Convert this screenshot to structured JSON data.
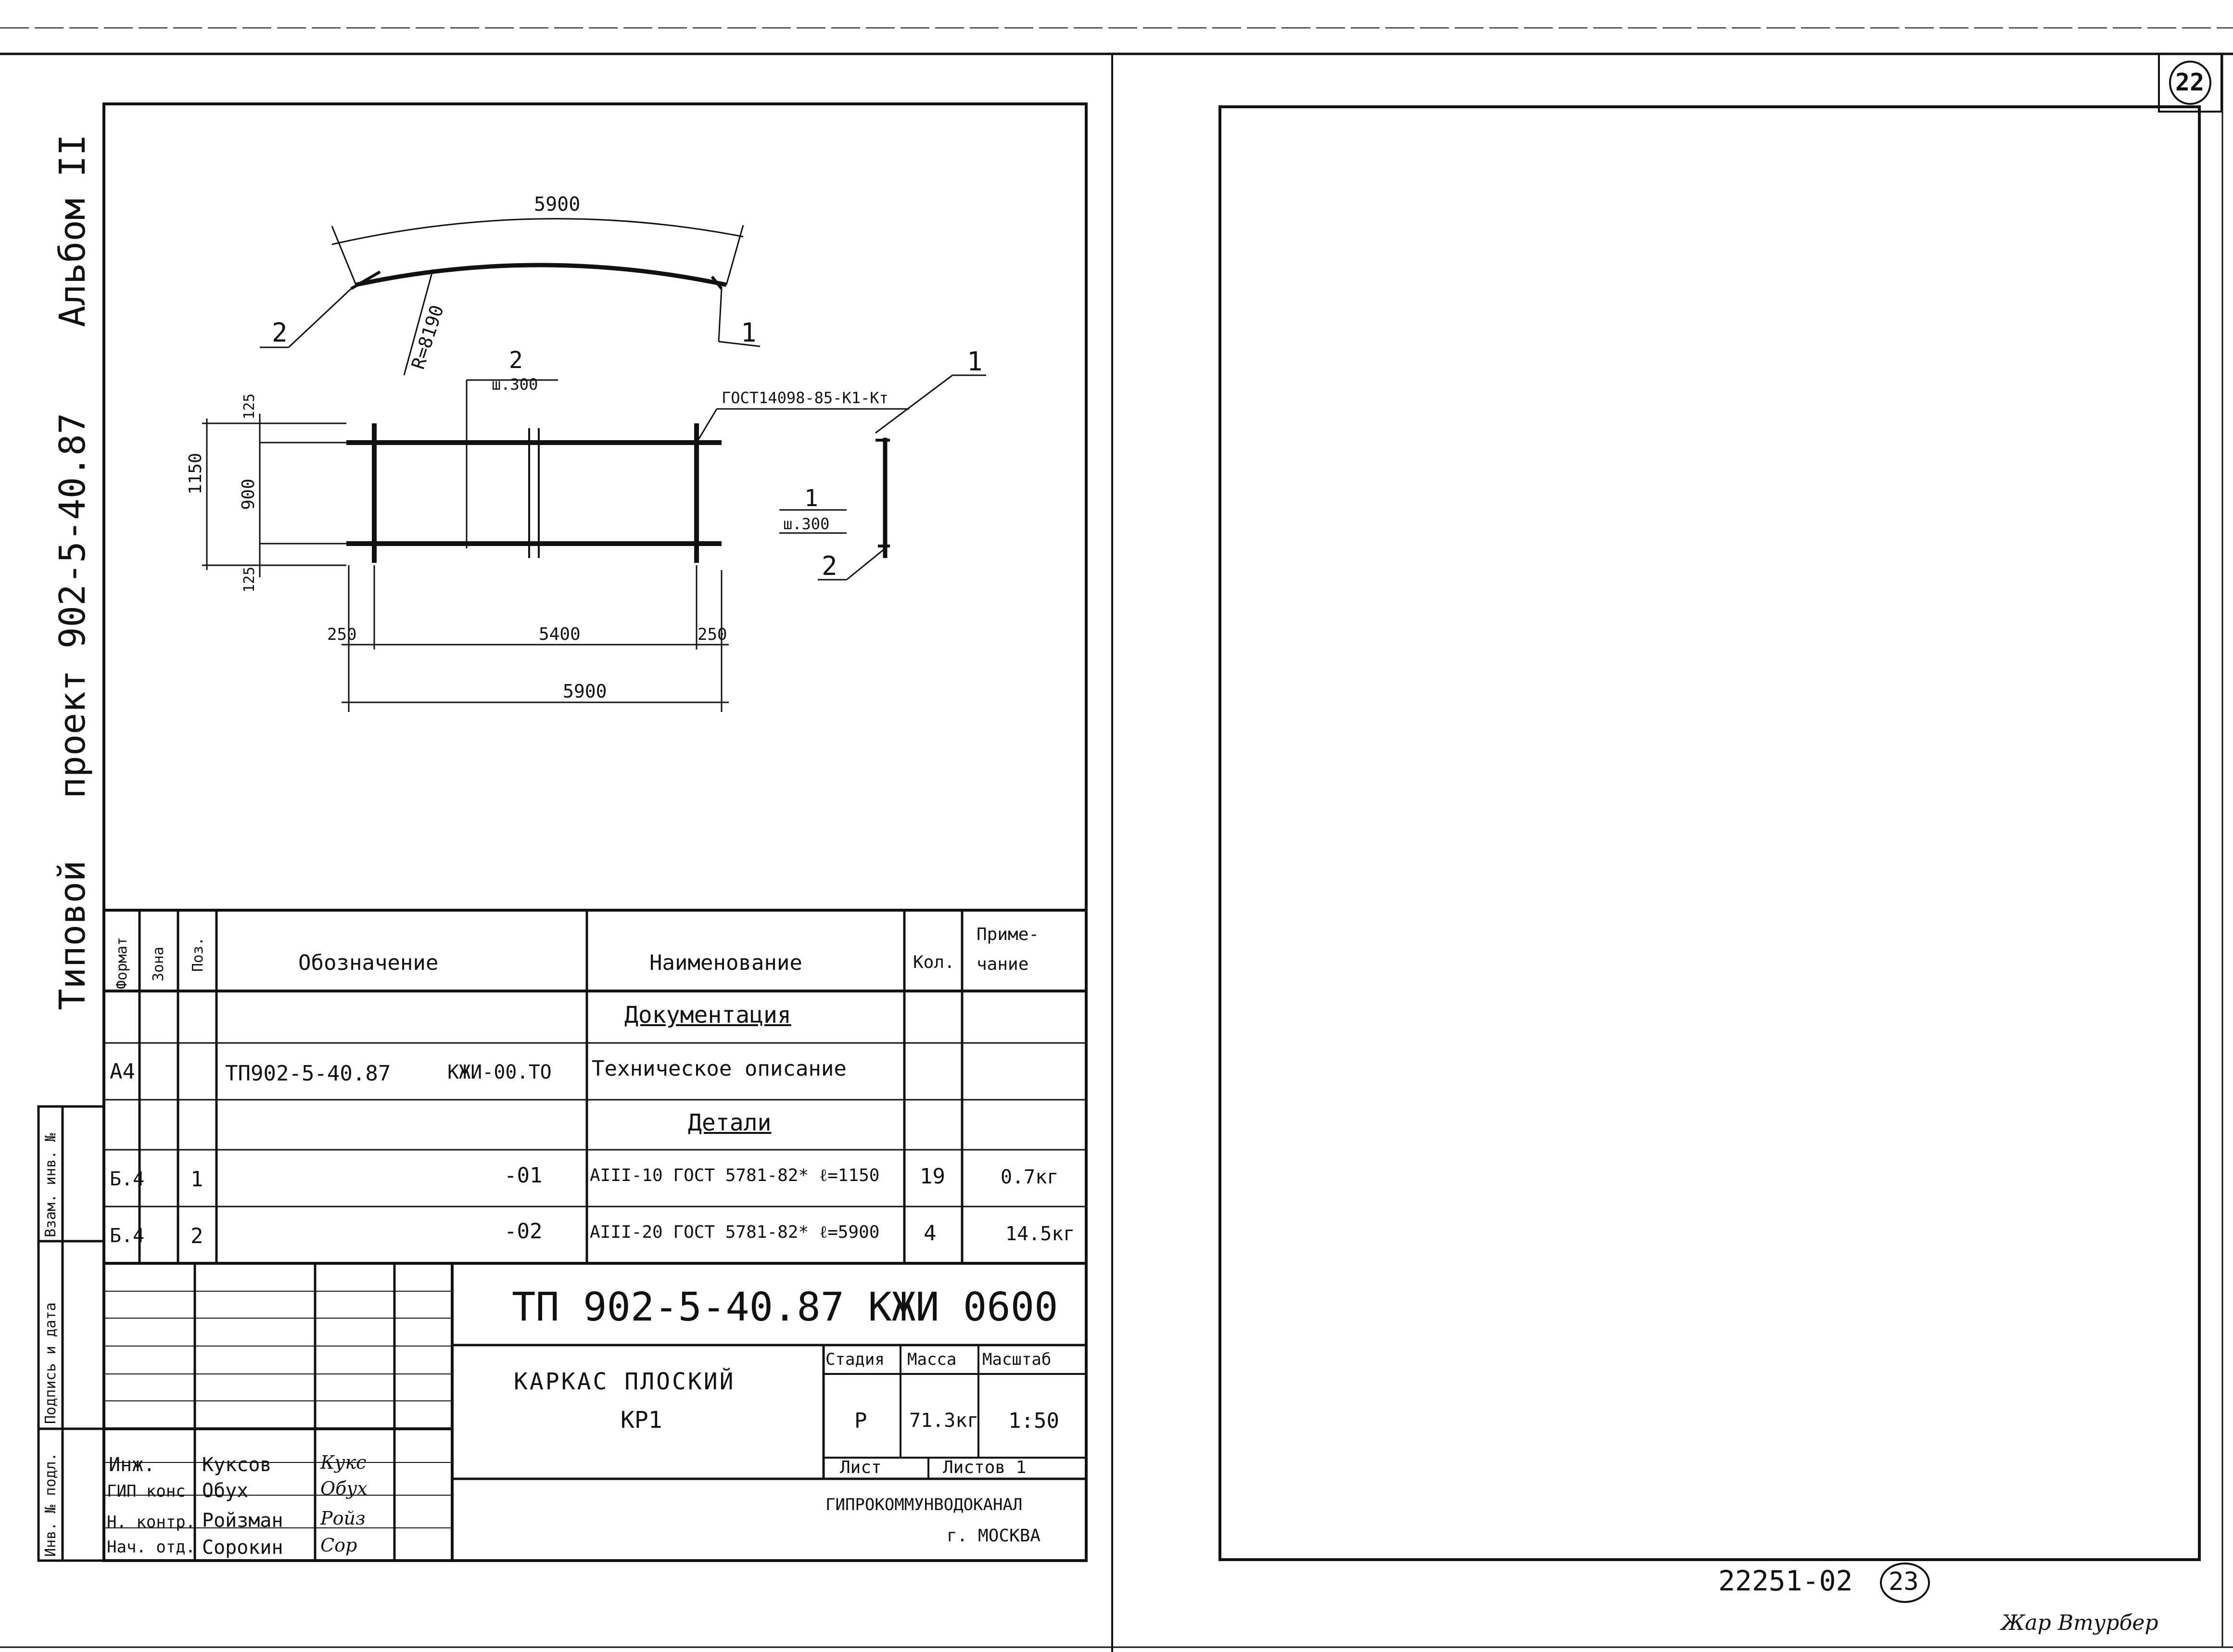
{
  "sheet": {
    "page_number_top": "22",
    "page_number_bottom": "23",
    "archive_number": "22251-02"
  },
  "side_title": {
    "part1": "Типовой",
    "part2": "проект 902-5-40.87",
    "part3": "Альбом II"
  },
  "side_stamp": {
    "cells": [
      "Инв. № подл.",
      "Подпись и дата",
      "Взам. инв. №"
    ]
  },
  "drawing": {
    "top_arc_length": "5900",
    "radius_label": "R=8190",
    "pos_left_top": "2",
    "pos_right_top": "1",
    "dim_1150": "1150",
    "dim_125_top": "125",
    "dim_900": "900",
    "dim_125_bottom": "125",
    "callout_2": "2",
    "callout_2_step": "ш.300",
    "callout_gost": "ГОСТ14098-85-К1-Кт",
    "callout_1_right": "1",
    "callout_1_mid": "1",
    "callout_1_step": "ш.300",
    "callout_2_right": "2",
    "dim_250_left": "250",
    "dim_5400": "5400",
    "dim_250_right": "250",
    "dim_5900_bottom": "5900"
  },
  "spec_table": {
    "headers": {
      "format": "Формат",
      "zone": "Зона",
      "pos": "Поз.",
      "designation": "Обозначение",
      "name": "Наименование",
      "qty": "Кол.",
      "note": "Приме-\nчание"
    },
    "section_docs": "Документация",
    "row_doc": {
      "format": "А4",
      "designation_a": "ТП902-5-40.87",
      "designation_b": "КЖИ-00.ТО",
      "name": "Техническое описание"
    },
    "section_parts": "Детали",
    "row1": {
      "format": "Б.4",
      "pos": "1",
      "designation": "-01",
      "name": "АIII-10 ГОСТ 5781-82* ℓ=1150",
      "qty": "19",
      "note": "0.7кг"
    },
    "row2": {
      "format": "Б.4",
      "pos": "2",
      "designation": "-02",
      "name": "АIII-20 ГОСТ 5781-82* ℓ=5900",
      "qty": "4",
      "note": "14.5кг"
    }
  },
  "title_block": {
    "code": "ТП 902-5-40.87 КЖИ 0600",
    "name_line1": "КАРКАС ПЛОСКИЙ",
    "name_line2": "КР1",
    "stage_label": "Стадия",
    "mass_label": "Масса",
    "scale_label": "Масштаб",
    "stage": "Р",
    "mass": "71.3кг",
    "scale": "1:50",
    "sheet_label": "Лист",
    "sheets_label": "Листов 1",
    "org_line1": "ГИПРОКОММУНВОДОКАНАЛ",
    "org_line2": "г. МОСКВА",
    "people": [
      {
        "role": "Инж.",
        "name": "Куксов",
        "sign": "Кукс"
      },
      {
        "role": "ГИП конс",
        "name": "Обух",
        "sign": "Обух"
      },
      {
        "role": "Н. контр.",
        "name": "Ройзман",
        "sign": "Ройз"
      },
      {
        "role": "Нач. отд.",
        "name": "Сорокин",
        "sign": "Сор"
      }
    ]
  },
  "footer": {
    "signatures": "Жар   Втурбер"
  }
}
